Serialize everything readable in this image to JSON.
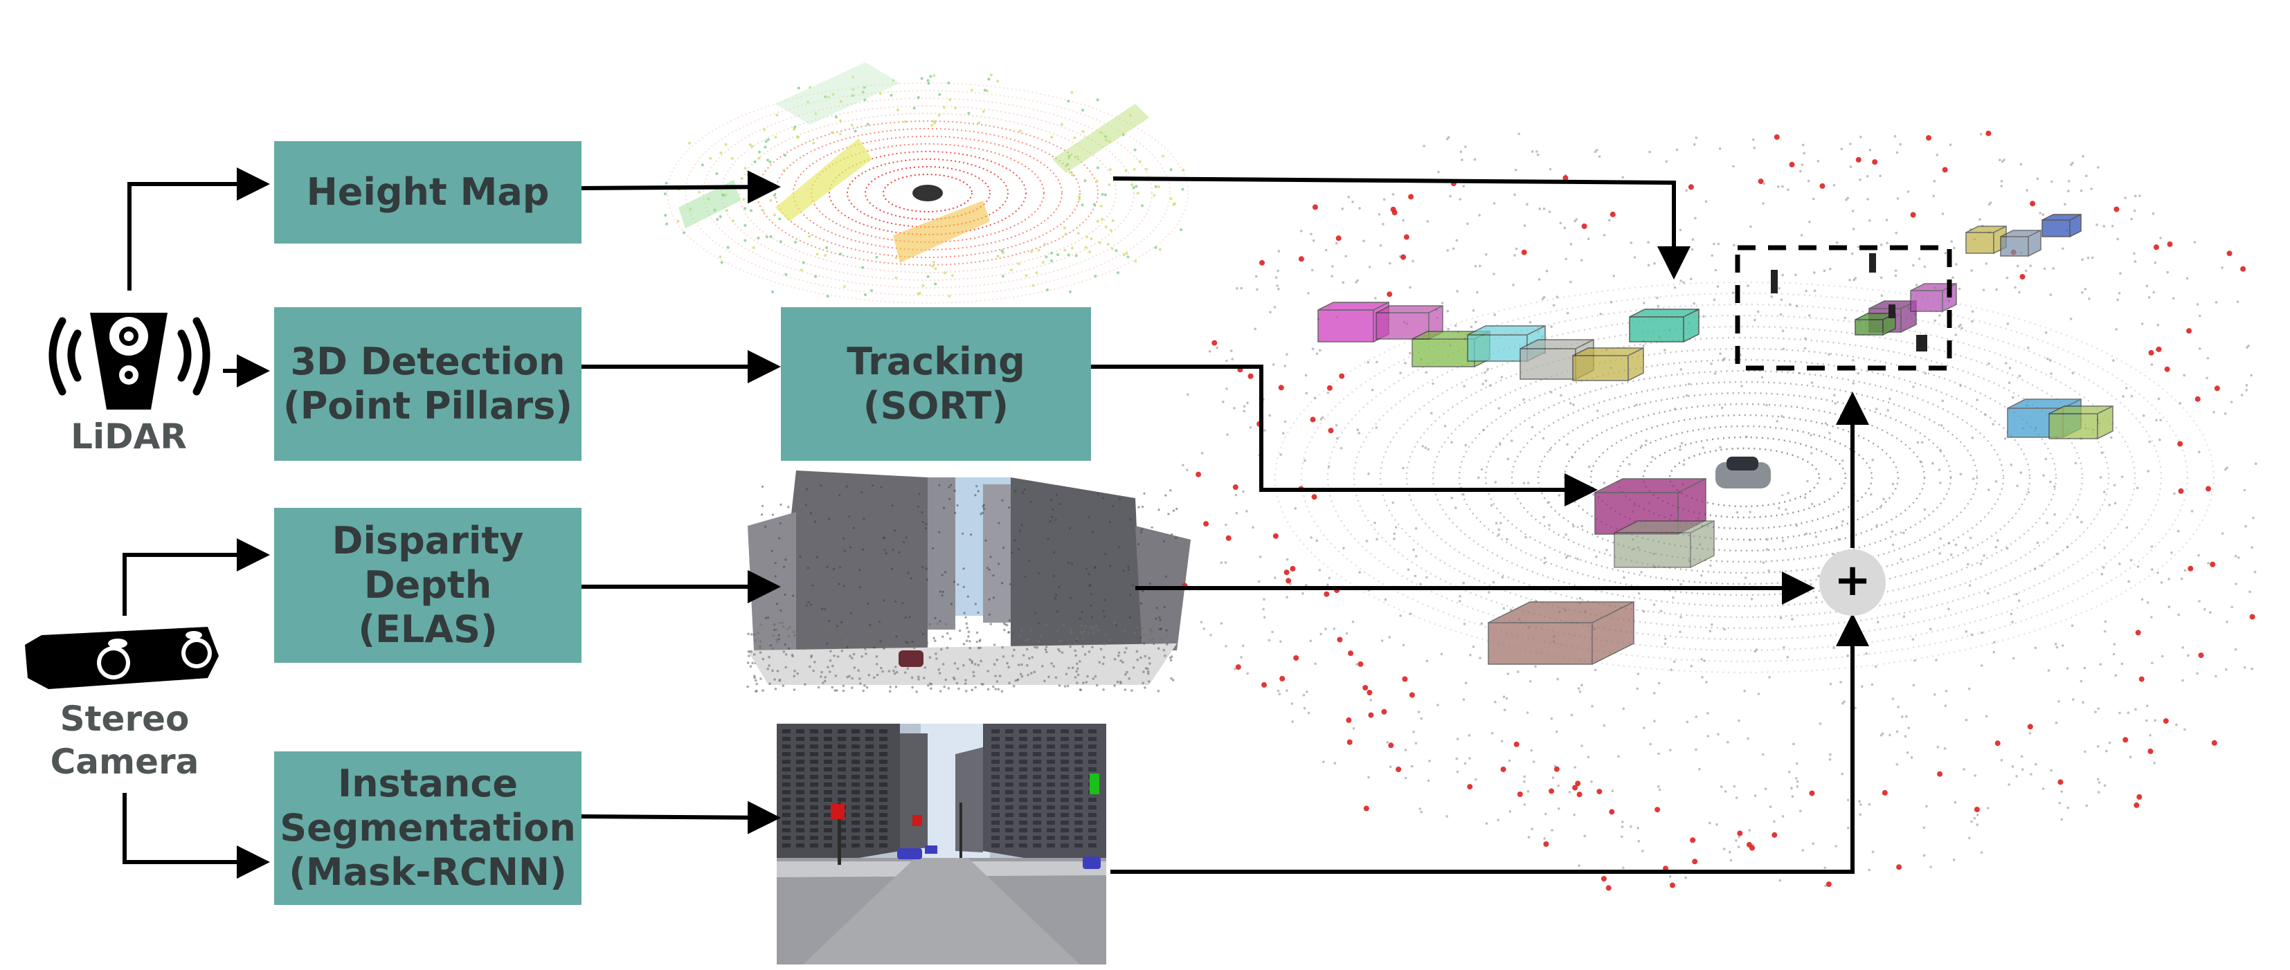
{
  "sensors": {
    "lidar": {
      "label": "LiDAR",
      "icon": "lidar-sensor-icon"
    },
    "stereo": {
      "label": "Stereo\nCamera",
      "icon": "stereo-camera-icon"
    }
  },
  "modules": {
    "height_map": {
      "label": "Height Map"
    },
    "detection": {
      "label": "3D Detection\n(Point Pillars)"
    },
    "tracking": {
      "label": "Tracking\n(SORT)"
    },
    "disparity": {
      "label": "Disparity\nDepth\n(ELAS)"
    },
    "segmentation": {
      "label": "Instance\nSegmentation\n(Mask-RCNN)"
    }
  },
  "fusion": {
    "symbol": "+"
  },
  "colors": {
    "module_fill": "#66aba5",
    "module_text": "#333b3c",
    "arrow": "#000000",
    "fusion_fill": "#d9d9d9",
    "ground_points": "#e02020"
  }
}
